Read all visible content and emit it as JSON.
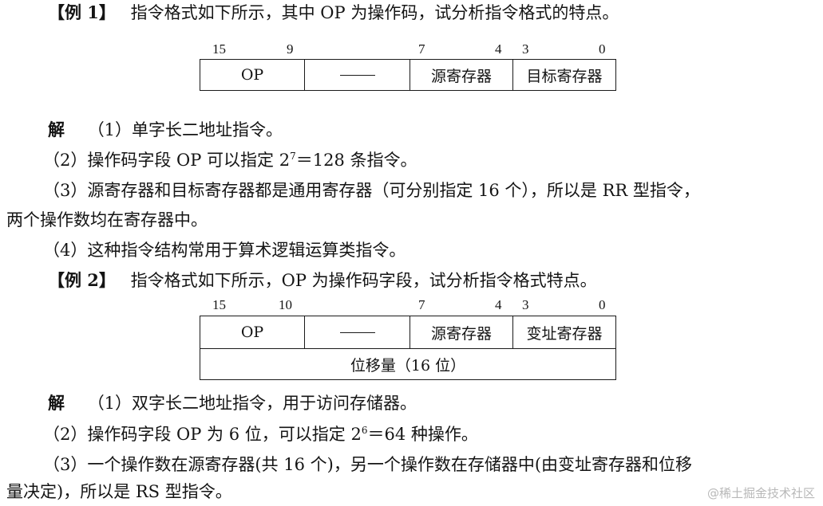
{
  "ex1": {
    "heading": "【例 1】",
    "question": "指令格式如下所示，其中 OP 为操作码，试分析指令格式的特点。",
    "bit_labels": [
      "15",
      "9",
      "7",
      "4",
      "3",
      "0"
    ],
    "fields": [
      "OP",
      "源寄存器",
      "目标寄存器"
    ],
    "answer_label": "解",
    "a1": "（1）单字长二地址指令。",
    "a2_before": "（2）操作码字段 OP 可以指定 2",
    "a2_exp": "7",
    "a2_after": "＝128 条指令。",
    "a3_line1": "（3）源寄存器和目标寄存器都是通用寄存器（可分别指定 16 个），所以是 RR 型指令，",
    "a3_line2": "两个操作数均在寄存器中。",
    "a4": "（4）这种指令结构常用于算术逻辑运算类指令。"
  },
  "ex2": {
    "heading": "【例 2】",
    "question": "指令格式如下所示，OP 为操作码字段，试分析指令格式特点。",
    "bit_labels": [
      "15",
      "10",
      "7",
      "4",
      "3",
      "0"
    ],
    "fields": [
      "OP",
      "源寄存器",
      "变址寄存器",
      "位移量（16 位）"
    ],
    "answer_label": "解",
    "a1": "（1）双字长二地址指令，用于访问存储器。",
    "a2_before": "（2）操作码字段 OP 为 6 位，可以指定 2",
    "a2_exp": "6",
    "a2_after": "＝64 种操作。",
    "a3_line1": "（3）一个操作数在源寄存器(共 16 个)，另一个操作数在存储器中(由变址寄存器和位移",
    "a3_line2": "量决定)，所以是 RS 型指令。"
  },
  "watermark": "@稀土掘金技术社区"
}
